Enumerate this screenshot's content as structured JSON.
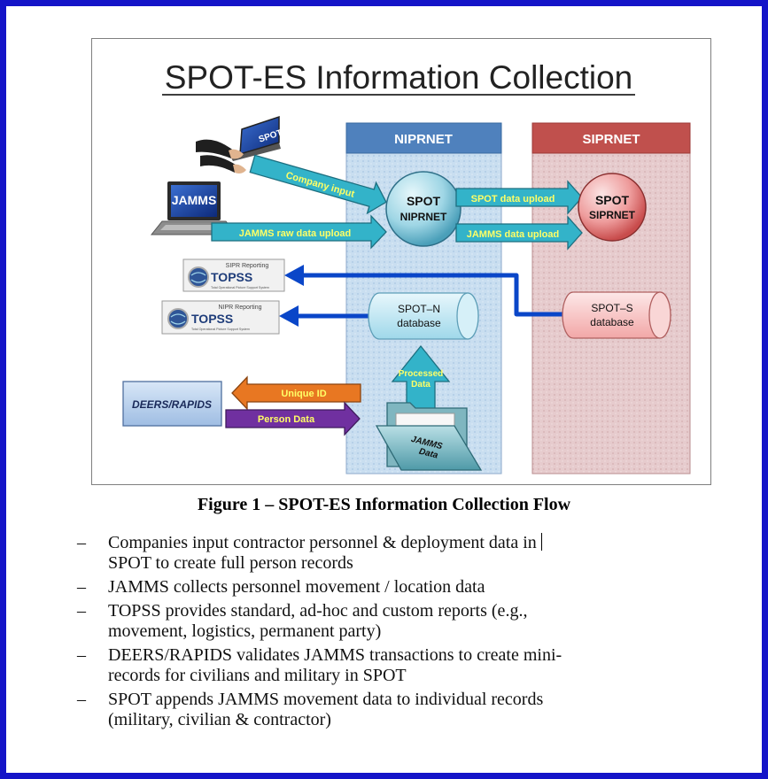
{
  "diagram": {
    "title": "SPOT-ES Information Collection",
    "networks": {
      "niprnet": "NIPRNET",
      "siprnet": "SIPRNET"
    },
    "nodes": {
      "spot_niprnet": [
        "SPOT",
        "NIPRNET"
      ],
      "spot_siprnet": [
        "SPOT",
        "SIPRNET"
      ],
      "spot_n_db": [
        "SPOT–N",
        "database"
      ],
      "spot_s_db": [
        "SPOT–S",
        "database"
      ],
      "deers_rapids": "DEERS/RAPIDS",
      "jamms_laptop": "JAMMS",
      "spot_laptop": "SPOT",
      "jamms_folder": [
        "JAMMS",
        "Data"
      ]
    },
    "topss": [
      {
        "caption": "SIPR Reporting",
        "logo": "TOPSS",
        "sub": "Total Operational Picture Support System"
      },
      {
        "caption": "NIPR Reporting",
        "logo": "TOPSS",
        "sub": "Total Operational Picture Support System"
      }
    ],
    "arrows": {
      "company_input": "Company input",
      "jamms_raw": "JAMMS raw data upload",
      "spot_upload": "SPOT data upload",
      "jamms_upload": "JAMMS data upload",
      "processed": [
        "Processed",
        "Data"
      ],
      "unique_id": "Unique ID",
      "person_data": "Person Data"
    },
    "colors": {
      "nipr": "#c6dcee",
      "sipr": "#e7cdcf",
      "sipr_header": "#c0504d",
      "nipr_header": "#4f81bd",
      "teal": "#33b3c9",
      "blue_line": "#0a46c8",
      "purple": "#7030a0",
      "orange": "#e87722"
    }
  },
  "caption": "Figure 1 – SPOT-ES Information Collection Flow",
  "bullets": [
    {
      "dash": "–",
      "lines": [
        "Companies input contractor personnel & deployment data in",
        "SPOT to create full person records"
      ]
    },
    {
      "dash": "–",
      "lines": [
        "JAMMS collects personnel movement / location data"
      ]
    },
    {
      "dash": "–",
      "lines": [
        "TOPSS provides standard, ad-hoc and custom reports (e.g.,",
        "movement, logistics, permanent party)"
      ]
    },
    {
      "dash": "–",
      "lines": [
        "DEERS/RAPIDS validates JAMMS transactions to create mini-",
        "records for civilians and military in SPOT"
      ]
    },
    {
      "dash": "–",
      "lines": [
        "SPOT appends JAMMS movement data to individual records",
        "(military, civilian & contractor)"
      ]
    }
  ]
}
